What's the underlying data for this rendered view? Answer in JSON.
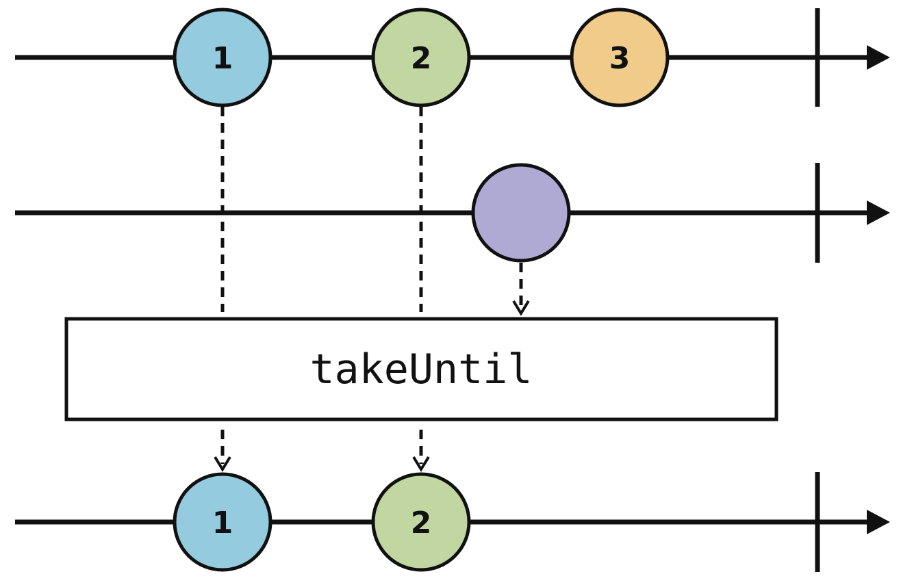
{
  "operator": {
    "label": "takeUntil"
  },
  "source_stream": {
    "marbles": [
      {
        "label": "1",
        "color": "#94cbdf"
      },
      {
        "label": "2",
        "color": "#c1d6a1"
      },
      {
        "label": "3",
        "color": "#f0cb8a"
      }
    ]
  },
  "notifier_stream": {
    "marbles": [
      {
        "label": "",
        "color": "#aeaad4"
      }
    ]
  },
  "result_stream": {
    "marbles": [
      {
        "label": "1",
        "color": "#94cbdf"
      },
      {
        "label": "2",
        "color": "#c1d6a1"
      }
    ]
  },
  "colors": {
    "stroke": "#111111",
    "background": "#ffffff"
  }
}
